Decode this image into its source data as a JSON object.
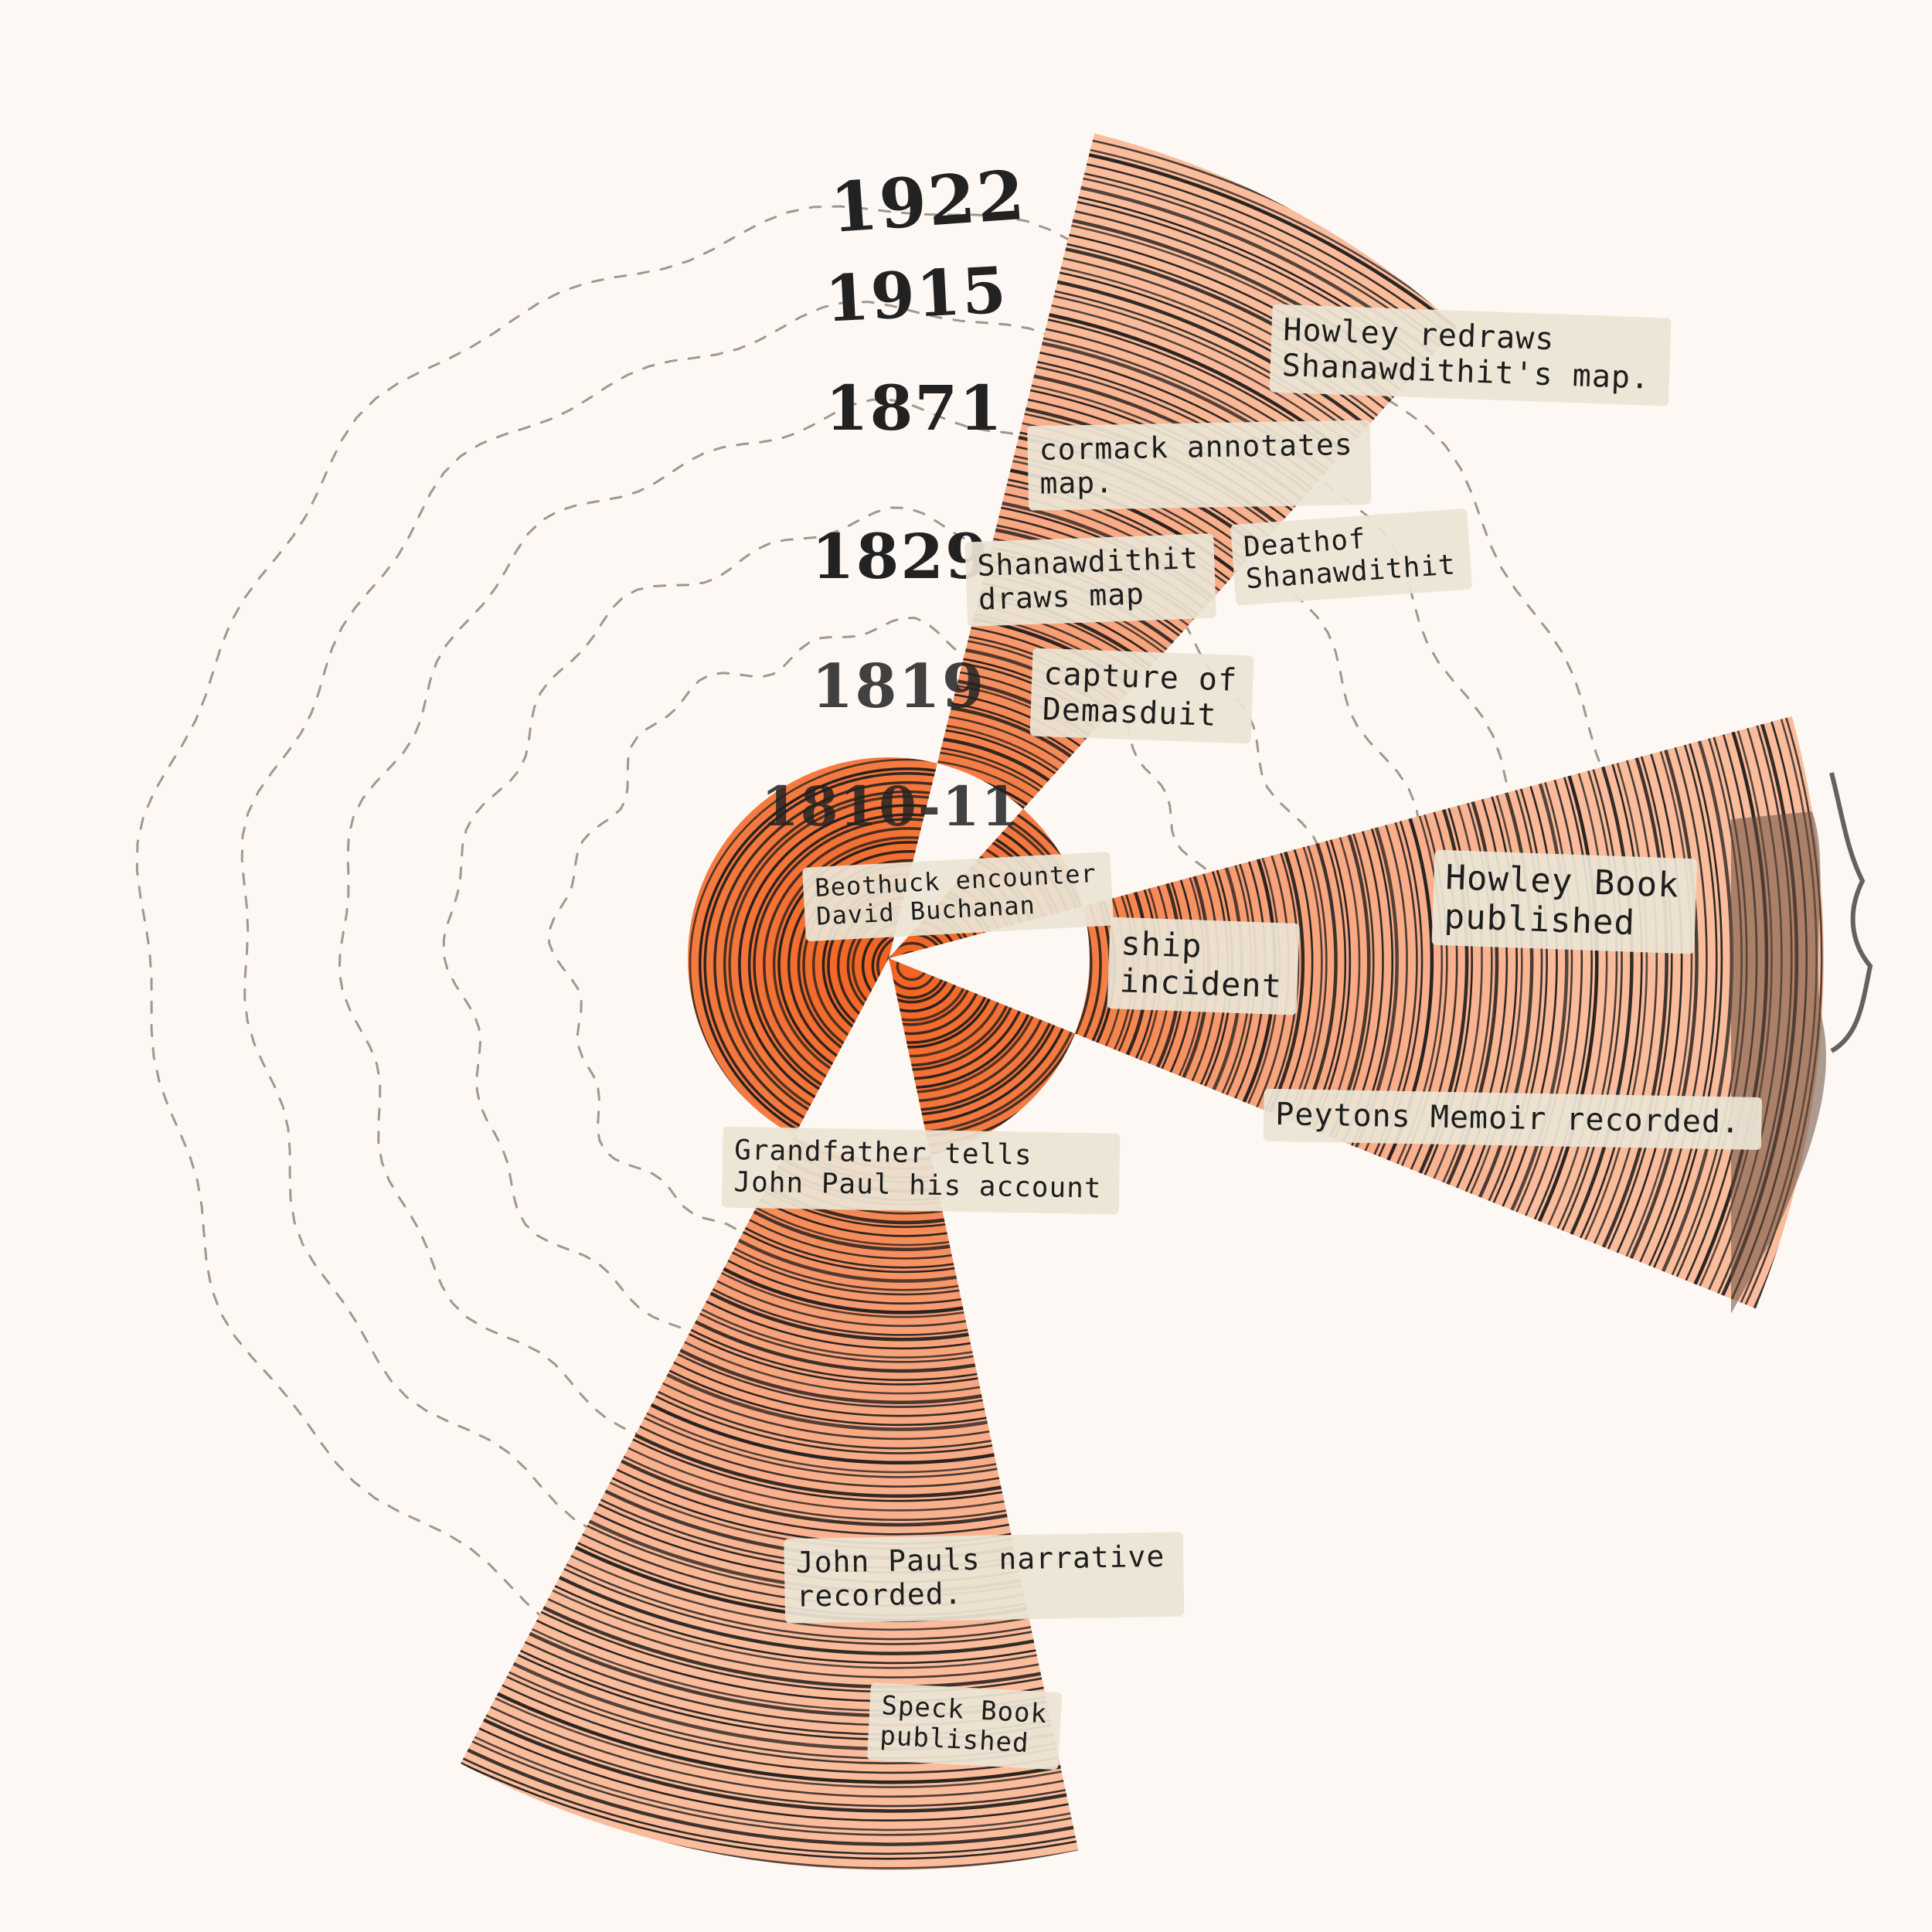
{
  "years": [
    "1922",
    "1915",
    "1871",
    "1829",
    "1819",
    "1810-11"
  ],
  "events": [
    {
      "id": "howley-redraws",
      "lines": [
        "Howley redraws",
        "Shanawdithit's map."
      ]
    },
    {
      "id": "cormack-annotates",
      "lines": [
        "cormack annotates",
        "map."
      ]
    },
    {
      "id": "shanawdithit-draws",
      "lines": [
        "Shanawdithit",
        "draws map"
      ]
    },
    {
      "id": "death-of-shanawdithit",
      "lines": [
        "Deathof",
        "Shanawdithit"
      ]
    },
    {
      "id": "capture-of-demasduit",
      "lines": [
        "capture of",
        "Demasduit"
      ]
    },
    {
      "id": "beothuck-encounter",
      "lines": [
        "Beothuck encounter",
        "David Buchanan"
      ]
    },
    {
      "id": "ship-incident",
      "lines": [
        "ship",
        "incident"
      ]
    },
    {
      "id": "howley-book",
      "lines": [
        "Howley Book",
        "published"
      ]
    },
    {
      "id": "peytons-memoir",
      "lines": [
        "Peytons Memoir recorded."
      ]
    },
    {
      "id": "grandfather-tells",
      "lines": [
        "Grandfather tells",
        "John Paul his account"
      ]
    },
    {
      "id": "john-pauls-narrative",
      "lines": [
        "John Pauls narrative",
        "recorded."
      ]
    },
    {
      "id": "speck-book",
      "lines": [
        "Speck Book",
        "published"
      ]
    }
  ],
  "colors": {
    "wedge_light": "#f9b08e",
    "wedge_mid": "#f58a5c",
    "core": "#f26a2e",
    "ink": "#1c1c1c",
    "tape": "#ece4d4",
    "dash": "#a09890",
    "background": "#fdf8f4"
  }
}
